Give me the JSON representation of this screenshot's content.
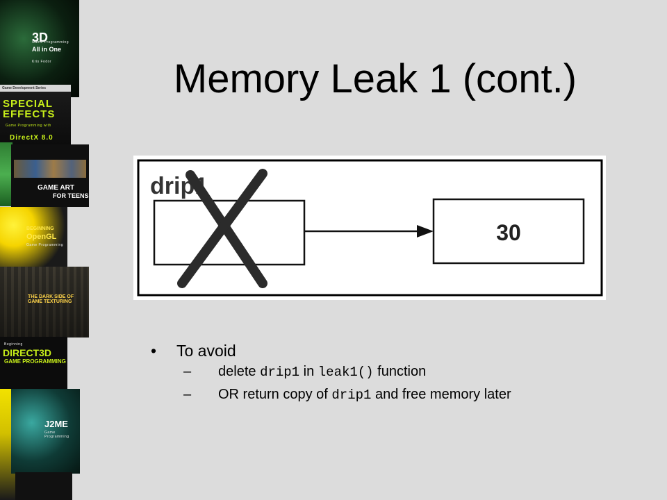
{
  "slide": {
    "title": "Memory Leak 1 (cont.)"
  },
  "diagram": {
    "pointer_label": "drip1",
    "target_value": "30"
  },
  "bullets": {
    "main": "To avoid",
    "sub1": {
      "pre": "delete ",
      "code1": "drip1",
      "mid": " in ",
      "code2": "leak1()",
      "post": " function"
    },
    "sub2": {
      "pre": "OR return copy of ",
      "code": "drip1",
      "post": " and free memory later"
    },
    "bullet_glyph": "•",
    "dash_glyph": "–"
  },
  "book_covers": [
    {
      "title": "3D",
      "subtitle": "Game Programming",
      "title2": "All in One",
      "author": "Kris Fodor"
    },
    {
      "series": "Game Development Series",
      "title": "SPECIAL EFFECTS",
      "subtitle": "Game Programming with",
      "title2": "DirectX 8.0"
    },
    {
      "title": "GAME ART",
      "title2": "FOR TEENS"
    },
    {
      "title": "BEGINNING",
      "title2": "OpenGL",
      "subtitle": "Game Programming"
    },
    {
      "title": "THE DARK SIDE OF GAME TEXTURING"
    },
    {
      "series": "Beginning",
      "title": "DIRECT3D",
      "title2": "GAME PROGRAMMING"
    },
    {
      "title": "J2ME",
      "subtitle": "Game Programming"
    }
  ]
}
